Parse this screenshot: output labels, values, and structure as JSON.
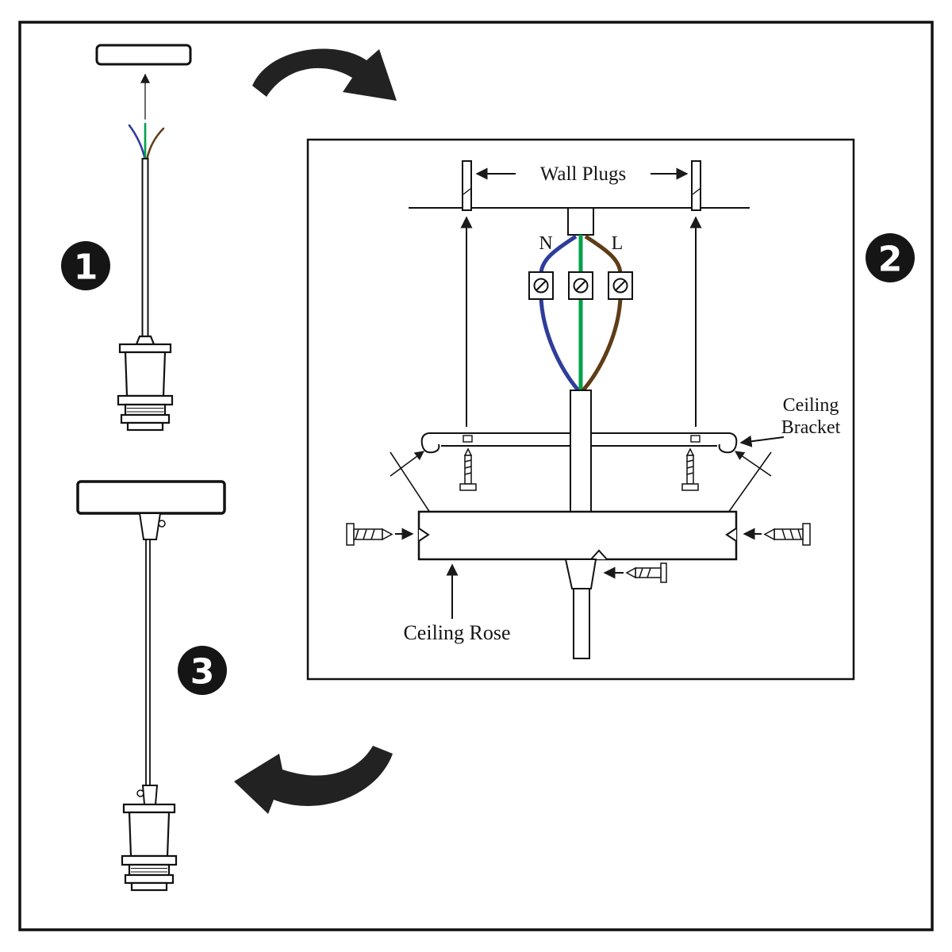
{
  "badges": {
    "step1": "1",
    "step2": "2",
    "step3": "3"
  },
  "wiring": {
    "wall_plugs_label": "Wall Plugs",
    "neutral_label": "N",
    "live_label": "L",
    "ceiling_bracket_label_line1": "Ceiling",
    "ceiling_bracket_label_line2": "Bracket",
    "ceiling_rose_label": "Ceiling Rose"
  },
  "colors": {
    "wire_neutral_blue": "#2e3d9b",
    "wire_earth_green": "#00a14b",
    "wire_live_brown": "#5e3c16",
    "badge_black": "#151515"
  }
}
